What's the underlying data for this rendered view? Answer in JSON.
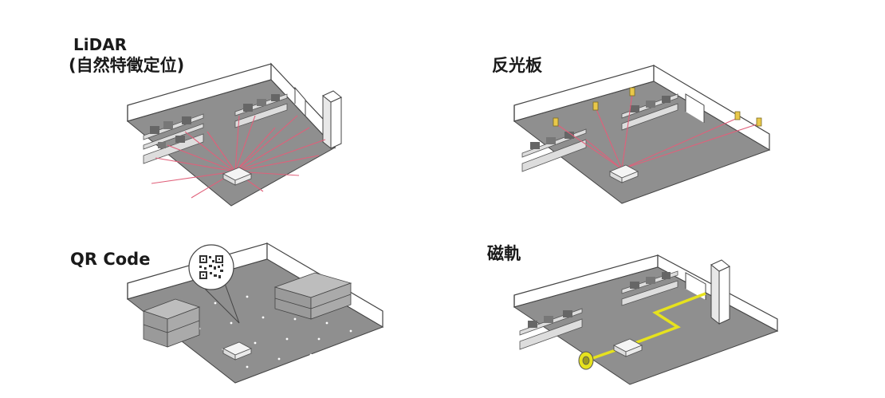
{
  "panels": {
    "lidar": {
      "label_line1": "LiDAR",
      "label_line2": "(自然特徵定位)"
    },
    "reflector": {
      "label": "反光板"
    },
    "qr": {
      "label": "QR Code"
    },
    "magnetic": {
      "label": "磁軌"
    }
  },
  "colors": {
    "floor": "#8f8f8f",
    "wall": "#ffffff",
    "outline": "#444444",
    "laser": "#e0607a",
    "reflector": "#e9c84a",
    "tape": "#e6e21e",
    "robot": "#f4f4f4"
  }
}
